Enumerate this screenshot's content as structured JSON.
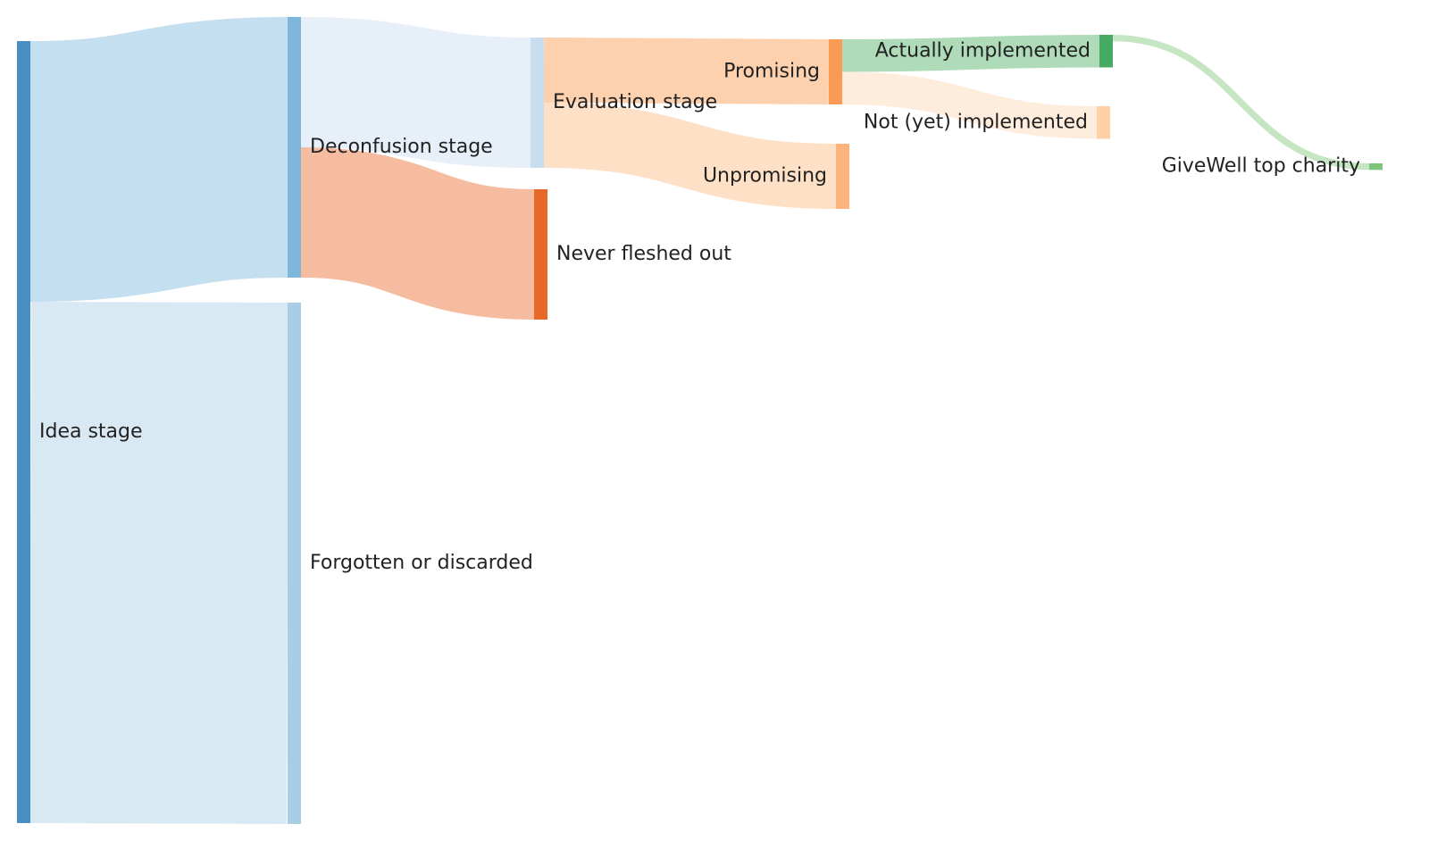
{
  "chart_data": {
    "type": "sankey",
    "title": "",
    "nodes": [
      {
        "id": "idea",
        "label": "Idea stage",
        "color": "#4a8fc3"
      },
      {
        "id": "deconfusion",
        "label": "Deconfusion stage",
        "color": "#7fb6dc"
      },
      {
        "id": "forgotten",
        "label": "Forgotten or discarded",
        "color": "#a9cde4"
      },
      {
        "id": "evaluation",
        "label": "Evaluation stage",
        "color": "#c8ddef"
      },
      {
        "id": "never",
        "label": "Never fleshed out",
        "color": "#e6692a"
      },
      {
        "id": "promising",
        "label": "Promising",
        "color": "#fb9a55"
      },
      {
        "id": "unpromising",
        "label": "Unpromising",
        "color": "#fdb47c"
      },
      {
        "id": "implemented",
        "label": "Actually implemented",
        "color": "#47aa62"
      },
      {
        "id": "notyet",
        "label": "Not (yet) implemented",
        "color": "#fdd0a6"
      },
      {
        "id": "givewell",
        "label": "GiveWell top charity",
        "color": "#7dc47c"
      }
    ],
    "links": [
      {
        "source": "idea",
        "target": "deconfusion",
        "value": 40,
        "color": "#c4dff0"
      },
      {
        "source": "idea",
        "target": "forgotten",
        "value": 80,
        "color": "#d9e9f4"
      },
      {
        "source": "deconfusion",
        "target": "evaluation",
        "value": 20,
        "color": "#e7f0f9"
      },
      {
        "source": "deconfusion",
        "target": "never",
        "value": 20,
        "color": "#f5bca0"
      },
      {
        "source": "evaluation",
        "target": "promising",
        "value": 10,
        "color": "#fdd0ae"
      },
      {
        "source": "evaluation",
        "target": "unpromising",
        "value": 10,
        "color": "#fde0c6"
      },
      {
        "source": "promising",
        "target": "implemented",
        "value": 5,
        "color": "#afdbb8"
      },
      {
        "source": "promising",
        "target": "notyet",
        "value": 5,
        "color": "#feecdc"
      },
      {
        "source": "implemented",
        "target": "givewell",
        "value": 1,
        "color": "#c5e5c3"
      }
    ]
  }
}
